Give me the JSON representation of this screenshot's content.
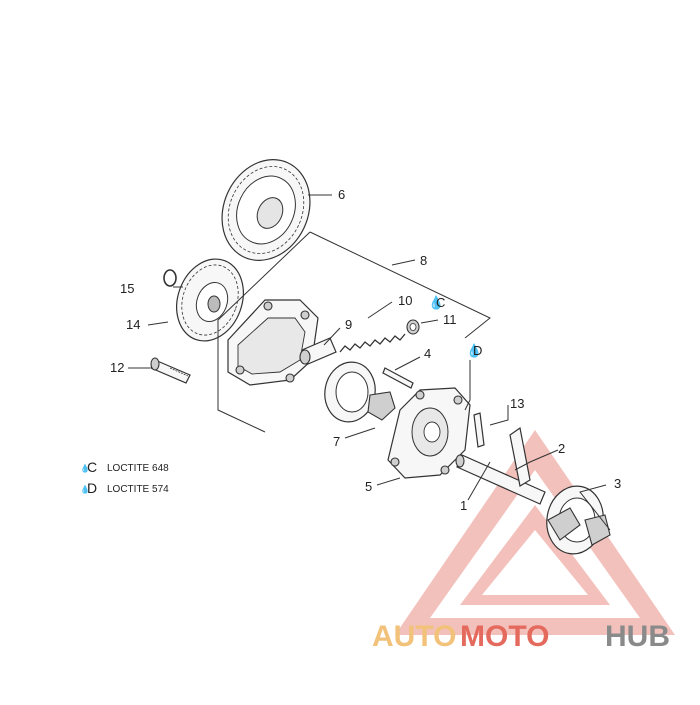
{
  "callouts": {
    "c1": "1",
    "c2": "2",
    "c3": "3",
    "c4": "4",
    "c5": "5",
    "c6": "6",
    "c7": "7",
    "c8": "8",
    "c9": "9",
    "c10": "10",
    "c11": "11",
    "c12": "12",
    "c13": "13",
    "c14": "14",
    "c15": "15",
    "cC": "C",
    "cD": "D"
  },
  "legend": {
    "item_c_letter": "C",
    "item_c_label": "LOCTITE 648",
    "item_d_letter": "D",
    "item_d_label": "LOCTITE 574"
  },
  "watermark": {
    "part1": "AUTO",
    "part2": "MOTO",
    "part3": "HUB",
    "color_auto": "#f2c27a",
    "color_moto": "#e56a5e",
    "color_hub": "#8a8a8a",
    "triangle_color": "#e57a70"
  }
}
